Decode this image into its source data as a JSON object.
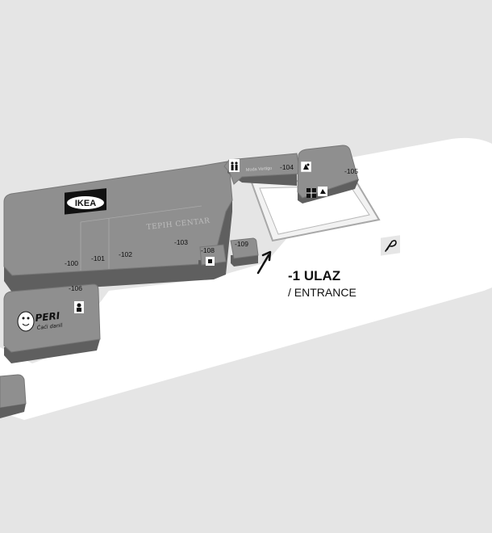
{
  "stores": {
    "ikea_logo": "IKEA",
    "tepih_center": "TEPIH CENTAR",
    "moda_vertigo": "Moda Vertigo",
    "peri_logo_main": "PERI",
    "peri_logo_sub": "Ćaći danil"
  },
  "units": [
    "-100",
    "-101",
    "-102",
    "-103",
    "-104",
    "-105",
    "-106",
    "-108",
    "-109"
  ],
  "entrance": {
    "title": "-1 ULAZ",
    "subtitle": "/ ENTRANCE"
  },
  "icons": [
    "parking-icon",
    "entrance-arrow-icon",
    "figures-icon",
    "grid-icon",
    "box-icon",
    "store-icon"
  ],
  "colors": {
    "background": "#e5e5e5",
    "floor": "#ffffff",
    "building": "#8f8f8f",
    "building_side": "#6a6a6a",
    "text": "#111111"
  }
}
